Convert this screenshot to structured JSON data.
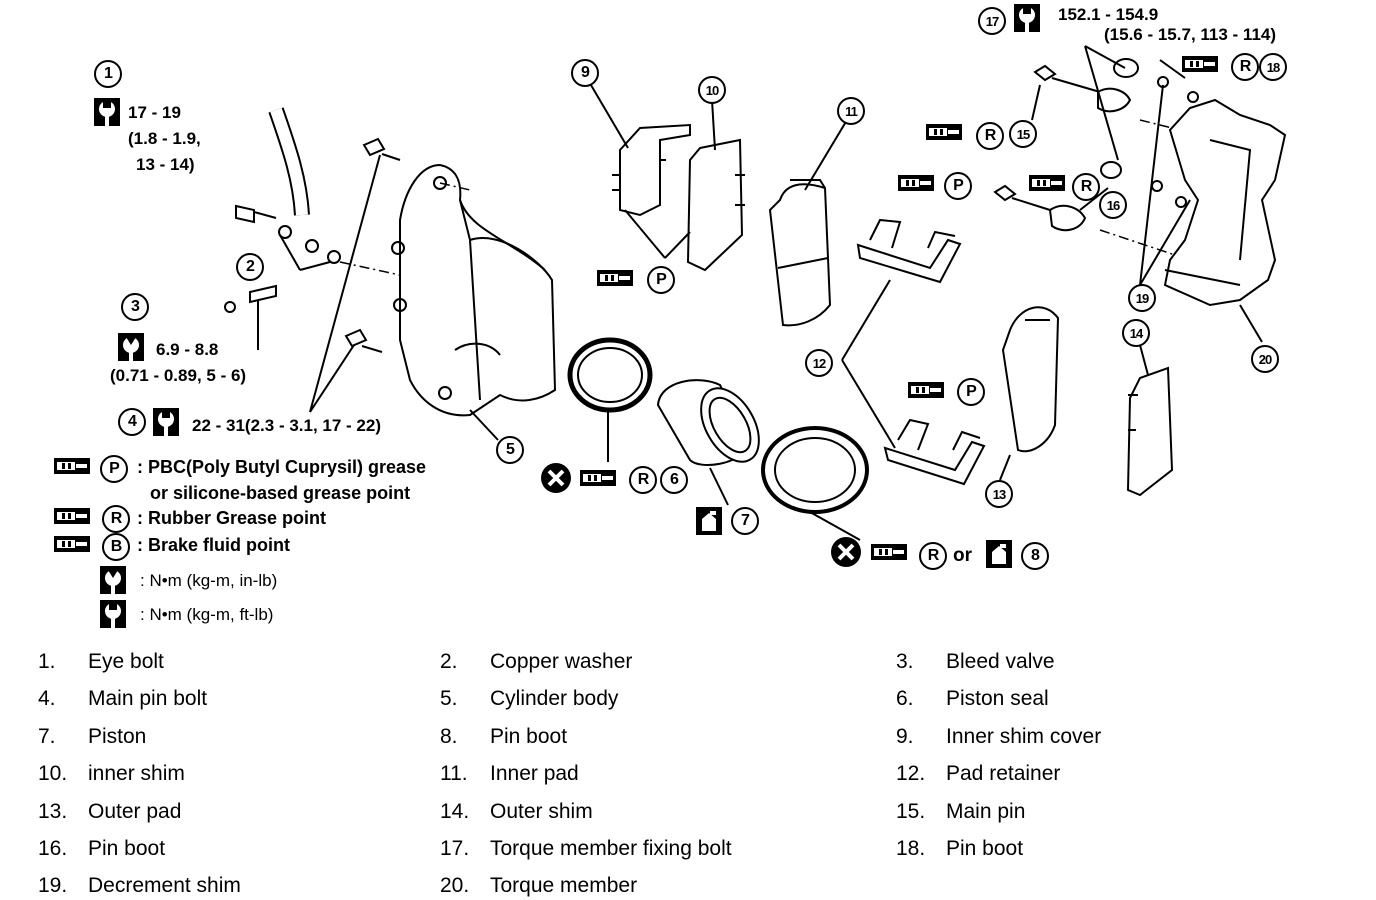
{
  "torque": {
    "t1_val": "17 - 19",
    "t1_sub1": "(1.8 - 1.9,",
    "t1_sub2": "13 - 14)",
    "t3_val": "6.9 - 8.8",
    "t3_sub": "(0.71 - 0.89, 5 - 6)",
    "t4_val": "22 - 31(2.3 - 3.1, 17 - 22)",
    "t17_val": "152.1 - 154.9",
    "t17_sub": "(15.6 - 15.7, 113 - 114)"
  },
  "legend": {
    "p_text1": ": PBC(Poly Butyl Cuprysil) grease",
    "p_text2": "or silicone-based grease point",
    "r_text": ": Rubber Grease point",
    "b_text": ": Brake fluid point",
    "nm_in": ":  N•m  (kg-m,  in-lb)",
    "nm_ft": ":  N•m  (kg-m,  ft-lb)"
  },
  "callouts": {
    "or": "or",
    "P": "P",
    "R": "R",
    "B": "B",
    "n1": "1",
    "n2": "2",
    "n3": "3",
    "n4": "4",
    "n5": "5",
    "n6": "6",
    "n7": "7",
    "n8": "8",
    "n9": "9",
    "n10": "10",
    "n11": "11",
    "n12": "12",
    "n13": "13",
    "n14": "14",
    "n15": "15",
    "n16": "16",
    "n17": "17",
    "n18": "18",
    "n19": "19",
    "n20": "20"
  },
  "parts": [
    {
      "num": "1.",
      "name": "Eye bolt"
    },
    {
      "num": "2.",
      "name": "Copper washer"
    },
    {
      "num": "3.",
      "name": "Bleed valve"
    },
    {
      "num": "4.",
      "name": "Main pin bolt"
    },
    {
      "num": "5.",
      "name": "Cylinder body"
    },
    {
      "num": "6.",
      "name": "Piston seal"
    },
    {
      "num": "7.",
      "name": "Piston"
    },
    {
      "num": "8.",
      "name": "Pin boot"
    },
    {
      "num": "9.",
      "name": "Inner shim cover"
    },
    {
      "num": "10.",
      "name": "inner shim"
    },
    {
      "num": "11.",
      "name": "Inner pad"
    },
    {
      "num": "12.",
      "name": "Pad retainer"
    },
    {
      "num": "13.",
      "name": "Outer pad"
    },
    {
      "num": "14.",
      "name": "Outer shim"
    },
    {
      "num": "15.",
      "name": "Main pin"
    },
    {
      "num": "16.",
      "name": "Pin boot"
    },
    {
      "num": "17.",
      "name": "Torque member fixing bolt"
    },
    {
      "num": "18.",
      "name": "Pin boot"
    },
    {
      "num": "19.",
      "name": "Decrement shim"
    },
    {
      "num": "20.",
      "name": "Torque member"
    }
  ]
}
